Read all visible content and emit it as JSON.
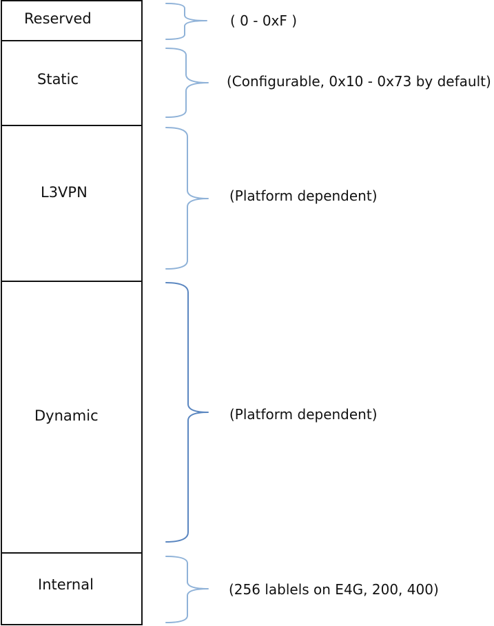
{
  "segments": [
    {
      "label": "Reserved",
      "range": "( 0 - 0xF )"
    },
    {
      "label": "Static",
      "range": "(Configurable, 0x10 - 0x73 by default)"
    },
    {
      "label": "L3VPN",
      "range": "(Platform dependent)"
    },
    {
      "label": "Dynamic",
      "range": "(Platform dependent)"
    },
    {
      "label": "Internal",
      "range": "(256 lablels on E4G, 200, 400)"
    }
  ],
  "colors": {
    "border": "#111111",
    "brace": "#8fb2d8",
    "brace_accent": "#5a86c0"
  }
}
